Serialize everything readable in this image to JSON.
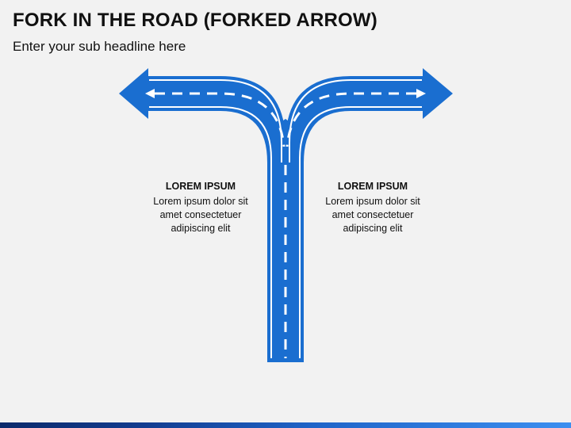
{
  "slide": {
    "title": "FORK IN THE ROAD (FORKED ARROW)",
    "subtitle": "Enter your sub headline here"
  },
  "left_block": {
    "heading": "LOREM IPSUM",
    "body": "Lorem ipsum dolor sit\namet consectetuer\nadipiscing elit"
  },
  "right_block": {
    "heading": "LOREM IPSUM",
    "body": "Lorem ipsum dolor sit\namet consectetuer\nadipiscing elit"
  },
  "colors": {
    "road": "#1a6ed0",
    "road_border": "#0f5bb5",
    "lane_marking": "#ffffff",
    "footer_dark": "#0b2a6b",
    "footer_light": "#3c8ff0"
  },
  "icons": {
    "left_arrow": "arrow-left-icon",
    "right_arrow": "arrow-right-icon"
  }
}
